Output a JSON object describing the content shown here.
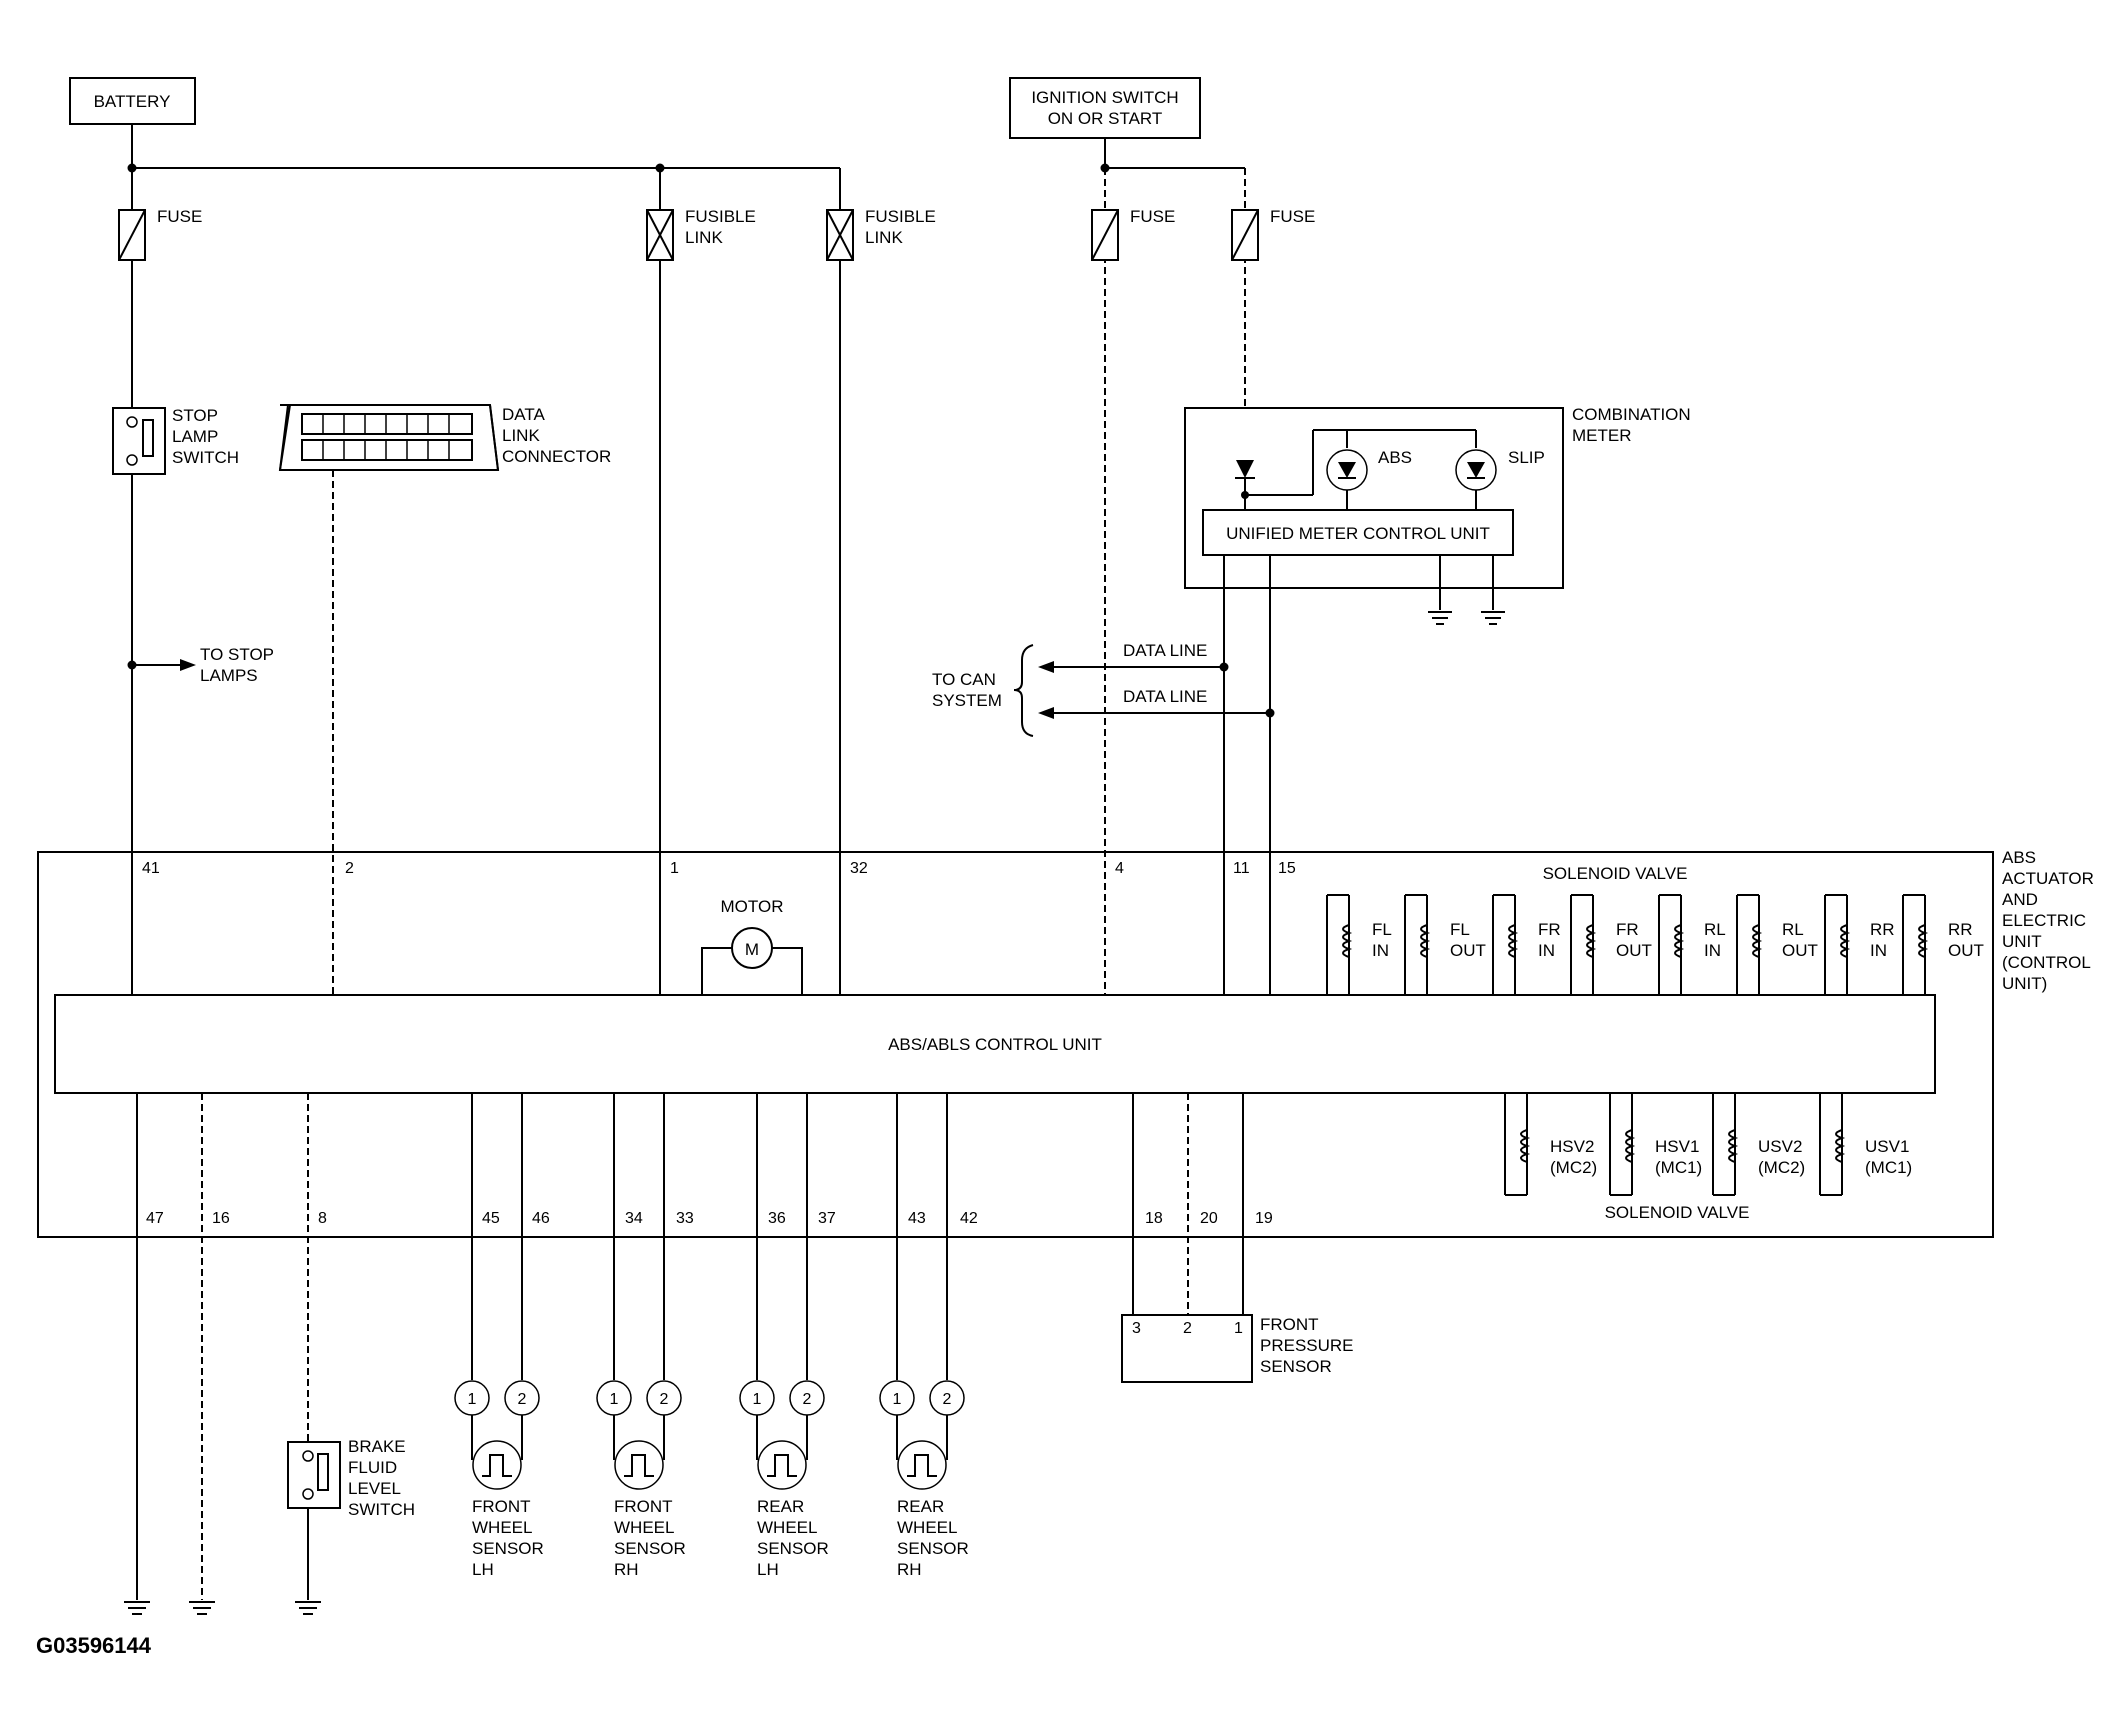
{
  "diagram": {
    "battery": "BATTERY",
    "ignition_switch": [
      "IGNITION SWITCH",
      "ON OR START"
    ],
    "fuse": "FUSE",
    "fusible_link": [
      "FUSIBLE",
      "LINK"
    ],
    "stop_lamp_switch": [
      "STOP",
      "LAMP",
      "SWITCH"
    ],
    "data_link_connector": [
      "DATA",
      "LINK",
      "CONNECTOR"
    ],
    "combination_meter": [
      "COMBINATION",
      "METER"
    ],
    "abs_lamp": "ABS",
    "slip_lamp": "SLIP",
    "unified_meter_control_unit": "UNIFIED METER CONTROL UNIT",
    "to_stop_lamps": [
      "TO STOP",
      "LAMPS"
    ],
    "to_can_system": [
      "TO CAN",
      "SYSTEM"
    ],
    "data_line": "DATA LINE",
    "abs_actuator": [
      "ABS",
      "ACTUATOR",
      "AND",
      "ELECTRIC",
      "UNIT",
      "(CONTROL",
      "UNIT)"
    ],
    "motor": "MOTOR",
    "motor_symbol": "M",
    "solenoid_valve": "SOLENOID VALVE",
    "control_unit": "ABS/ABLS CONTROL UNIT",
    "top_pins": [
      "41",
      "2",
      "1",
      "32",
      "4",
      "11",
      "15"
    ],
    "bottom_pins": [
      "47",
      "16",
      "8",
      "45",
      "46",
      "34",
      "33",
      "36",
      "37",
      "43",
      "42",
      "18",
      "20",
      "19"
    ],
    "upper_valves": [
      [
        "FL",
        "IN"
      ],
      [
        "FL",
        "OUT"
      ],
      [
        "FR",
        "IN"
      ],
      [
        "FR",
        "OUT"
      ],
      [
        "RL",
        "IN"
      ],
      [
        "RL",
        "OUT"
      ],
      [
        "RR",
        "IN"
      ],
      [
        "RR",
        "OUT"
      ]
    ],
    "lower_valves": [
      [
        "HSV2",
        "(MC2)"
      ],
      [
        "HSV1",
        "(MC1)"
      ],
      [
        "USV2",
        "(MC2)"
      ],
      [
        "USV1",
        "(MC1)"
      ]
    ],
    "sensor_terminals": [
      "1",
      "2"
    ],
    "wheel_sensors": [
      [
        "FRONT",
        "WHEEL",
        "SENSOR",
        "LH"
      ],
      [
        "FRONT",
        "WHEEL",
        "SENSOR",
        "RH"
      ],
      [
        "REAR",
        "WHEEL",
        "SENSOR",
        "LH"
      ],
      [
        "REAR",
        "WHEEL",
        "SENSOR",
        "RH"
      ]
    ],
    "brake_fluid_level_switch": [
      "BRAKE",
      "FLUID",
      "LEVEL",
      "SWITCH"
    ],
    "front_pressure_sensor": [
      "FRONT",
      "PRESSURE",
      "SENSOR"
    ],
    "pressure_sensor_pins": [
      "3",
      "2",
      "1"
    ],
    "figure_id": "G03596144"
  }
}
